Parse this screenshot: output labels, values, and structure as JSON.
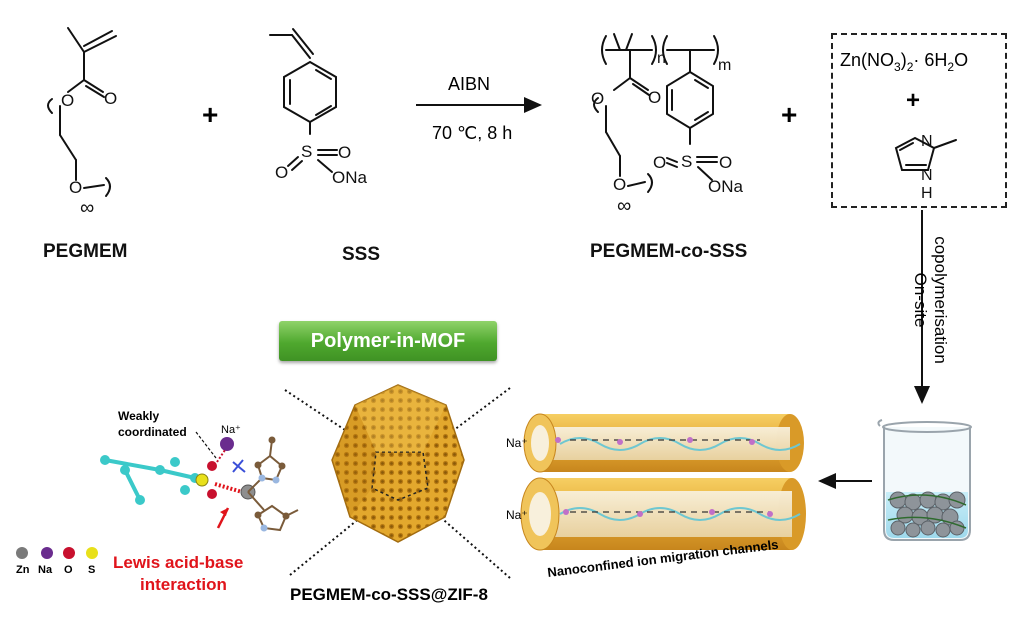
{
  "reaction": {
    "reactant1": "PEGMEM",
    "reactant2": "SSS",
    "plus": "+",
    "reagent": "AIBN",
    "conditions": "70 ℃, 8 h",
    "product": "PEGMEM-co-SSS"
  },
  "atoms": {
    "O": "O",
    "S": "S",
    "ONa": "ONa",
    "N": "N",
    "H": "H",
    "n": "n",
    "m": "m",
    "infinity": "∞"
  },
  "zn_box": {
    "formula_prefix": "Zn(NO",
    "formula_sub1": "3",
    "formula_mid": ")",
    "formula_sub2": "2",
    "formula_suffix": "· 6H",
    "formula_sub3": "2",
    "formula_o": "O",
    "plus": "+"
  },
  "process": {
    "line1": "On-site",
    "line2": "copolymerisation"
  },
  "badge": "Polymer-in-MOF",
  "interaction": {
    "weakly_line1": "Weakly",
    "weakly_line2": "coordinated",
    "na_label": "Na⁺",
    "lewis_line1": "Lewis acid-base",
    "lewis_line2": "interaction",
    "legend": [
      "Zn",
      "Na",
      "O",
      "S"
    ]
  },
  "mof_label": "PEGMEM-co-SSS@ZIF-8",
  "channels": {
    "na_top": "Na⁺",
    "na_bottom": "Na⁺",
    "caption": "Nanoconfined ion migration channels"
  },
  "colors": {
    "badge_green": "#4fa82e",
    "lewis_red": "#e0141b",
    "mof_gold": "#e2a52a",
    "legend_zn": "#7a7a7a",
    "legend_na": "#6a2c8e",
    "legend_o": "#c8102e",
    "legend_s": "#e8e01a"
  }
}
